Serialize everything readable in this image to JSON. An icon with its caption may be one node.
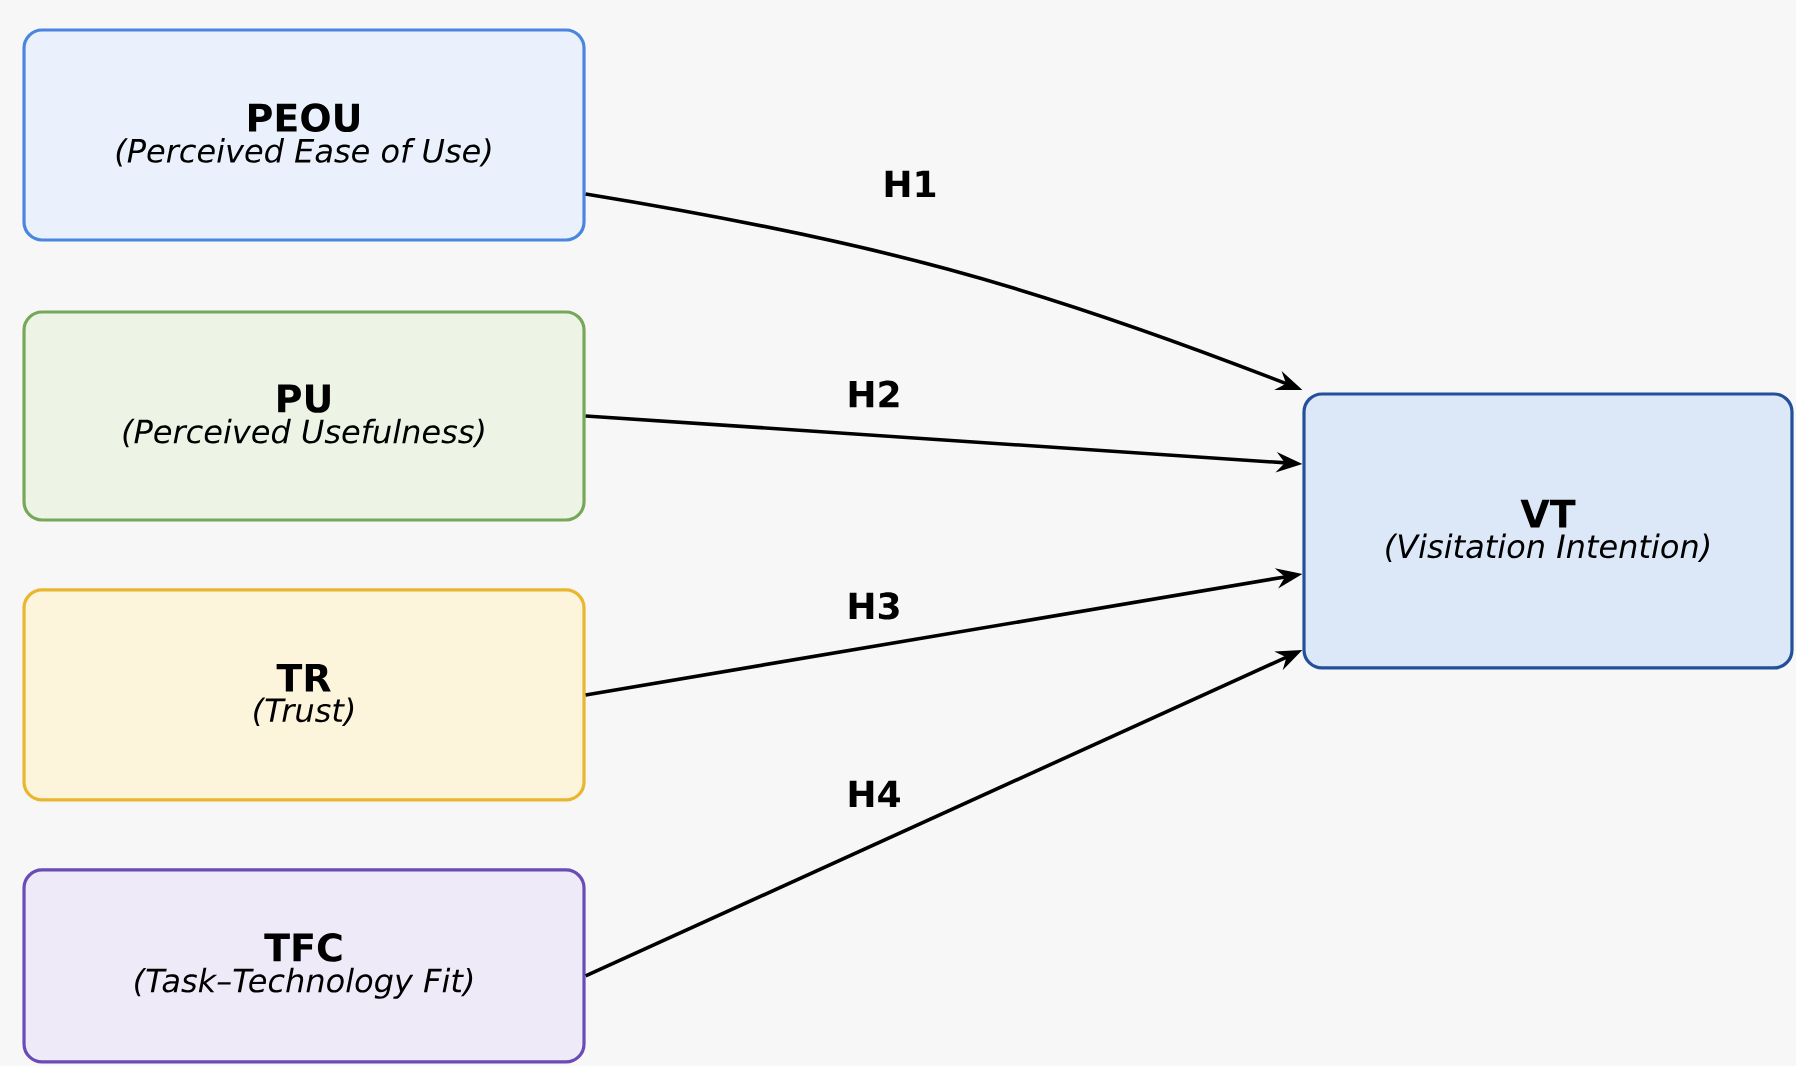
{
  "diagram": {
    "nodes": [
      {
        "text": [
          "PEOU",
          "(Perceived Ease of Use)"
        ]
      },
      {
        "text": [
          "PU",
          "(Perceived Usefulness)"
        ]
      },
      {
        "text": [
          "TR",
          "(Trust)"
        ]
      },
      {
        "text": [
          "TFC",
          "(Task–Technology Fit)"
        ]
      },
      {
        "text": [
          "VT",
          "(Visitation Intention)"
        ]
      }
    ],
    "edges": [
      {
        "from": 0,
        "to": 4,
        "arrow": "to",
        "label": "H1"
      },
      {
        "from": 1,
        "to": 4,
        "arrow": "to",
        "label": "H2"
      },
      {
        "from": 2,
        "to": 4,
        "arrow": "to",
        "label": "H3"
      },
      {
        "from": 3,
        "to": 4,
        "arrow": "to",
        "label": "H4"
      }
    ]
  }
}
